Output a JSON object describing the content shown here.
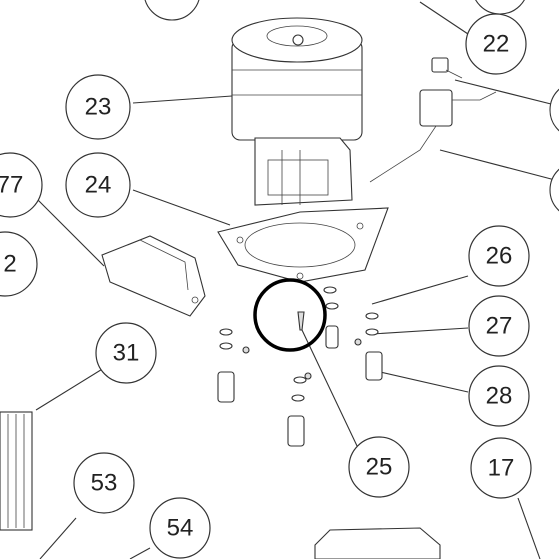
{
  "callouts": [
    {
      "id": "22",
      "label": "22"
    },
    {
      "id": "23",
      "label": "23"
    },
    {
      "id": "24",
      "label": "24"
    },
    {
      "id": "77",
      "label": "77"
    },
    {
      "id": "2",
      "label": "2"
    },
    {
      "id": "26",
      "label": "26"
    },
    {
      "id": "27",
      "label": "27"
    },
    {
      "id": "28",
      "label": "28"
    },
    {
      "id": "31",
      "label": "31"
    },
    {
      "id": "25",
      "label": "25"
    },
    {
      "id": "17",
      "label": "17"
    },
    {
      "id": "53",
      "label": "53"
    },
    {
      "id": "54",
      "label": "54"
    }
  ],
  "highlight": {
    "target_callout": "25",
    "color": "#000000"
  }
}
